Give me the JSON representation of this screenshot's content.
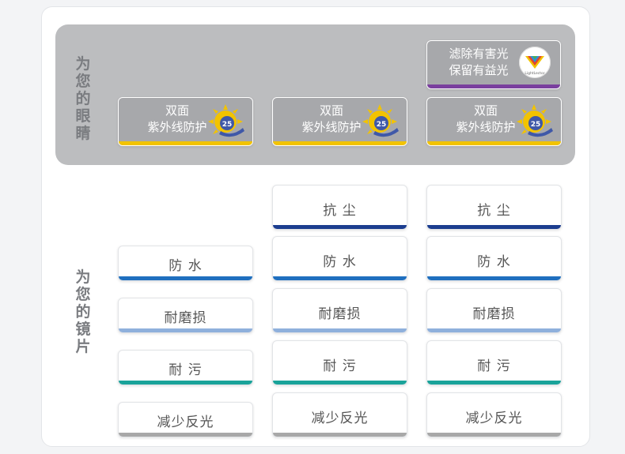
{
  "colors": {
    "uv_bar": "#f2c300",
    "filter_bar": "#7a3f9e",
    "dust_bar": "#1b3d8f",
    "water_bar": "#1f6fbf",
    "wear_bar": "#8fb0dc",
    "stain_bar": "#1aa39a",
    "glare_bar": "#a8a8a8"
  },
  "eyes_section": {
    "label": "为您的眼睛",
    "uv": {
      "line1": "双面",
      "line2": "紫外线防护",
      "badge_number": "25",
      "icon": "sun-uv-icon"
    },
    "filter": {
      "line1": "滤除有害光",
      "line2": "保留有益光",
      "icon": "light-lens-icon",
      "icon_text": "LightLector"
    }
  },
  "lens_section": {
    "label": "为您的镜片",
    "dust": "抗 尘",
    "water": "防 水",
    "wear": "耐磨损",
    "stain": "耐 污",
    "glare": "减少反光"
  }
}
